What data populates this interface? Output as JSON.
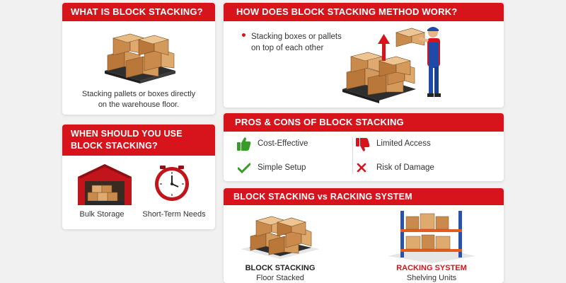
{
  "what": {
    "title": "WHAT IS BLOCK STACKING?",
    "caption_line1": "Stacking pallets or boxes directly",
    "caption_line2": "on the warehouse floor."
  },
  "how": {
    "title": "HOW DOES BLOCK STACKING METHOD WORK?",
    "bullet_line1": "Stacking boxes or pallets",
    "bullet_line2": "on top of each other"
  },
  "when": {
    "title_line1": "WHEN SHOULD YOU USE",
    "title_line2": "BLOCK STACKING?",
    "items": [
      {
        "label": "Bulk Storage",
        "icon": "warehouse-icon"
      },
      {
        "label": "Short-Term Needs",
        "icon": "clock-icon"
      }
    ]
  },
  "proscons": {
    "title": "PROS & CONS OF BLOCK STACKING",
    "pros": [
      {
        "label": "Cost-Effective",
        "icon": "thumbs-up-icon"
      },
      {
        "label": "Simple Setup",
        "icon": "checkmark-icon"
      }
    ],
    "cons": [
      {
        "label": "Limited Access",
        "icon": "thumbs-down-icon"
      },
      {
        "label": "Risk of Damage",
        "icon": "x-mark-icon"
      }
    ]
  },
  "versus": {
    "title": "BLOCK STACKING vs RACKING SYSTEM",
    "left_title": "BLOCK STACKING",
    "left_sub": "Floor Stacked",
    "right_title": "RACKING SYSTEM",
    "right_sub": "Shelving Units"
  },
  "colors": {
    "accent_red": "#d7141b",
    "box_brown": "#c98a4b",
    "good_green": "#3a9a2a",
    "rack_blue": "#2a52a8"
  }
}
